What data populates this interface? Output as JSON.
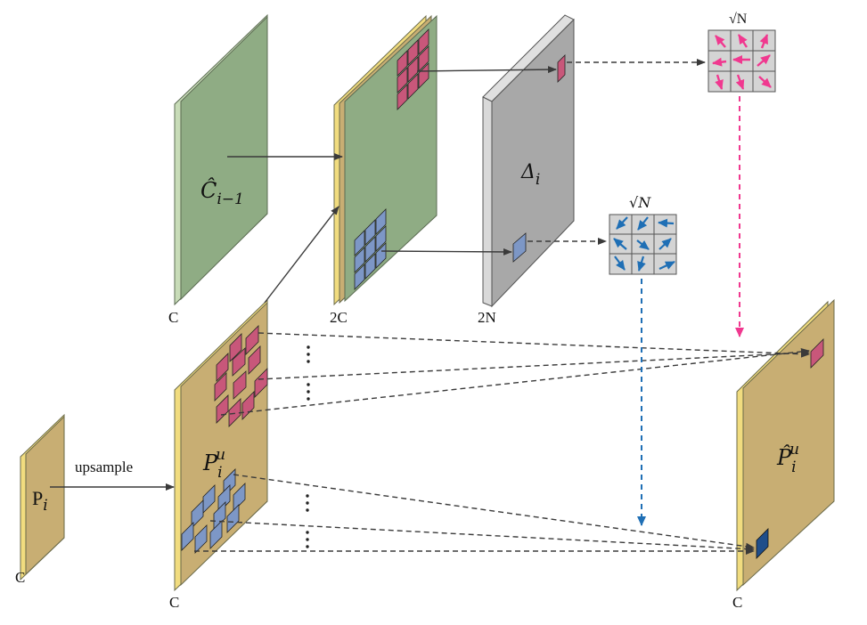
{
  "labels": {
    "c_hat_base": "Ĉ",
    "c_hat_sub": "i−1",
    "delta_base": "Δ",
    "delta_sub": "i",
    "p_base": "P",
    "p_sub": "i",
    "pu_base": "P",
    "pu_sup": "u",
    "pu_sub": "i",
    "phat_base": "P̂",
    "phat_sup": "u",
    "phat_sub": "i",
    "upsample": "upsample",
    "dim_c": "C",
    "dim_2c": "2C",
    "dim_2n": "2N",
    "sqrt_n": "√N"
  },
  "colors": {
    "green": "#8fac84",
    "green_edge": "#c8dcb8",
    "gold": "#c8ae73",
    "gold_dark": "#b8953c",
    "gold_edge": "#f1dc7f",
    "gray": "#a8a8a8",
    "gray_edge": "#d9d9d9",
    "pink_patch": "#c8577a",
    "blue_patch": "#7d97c6",
    "dark_blue_patch": "#1f4e8a",
    "pink_arrow": "#f0388f",
    "blue_arrow": "#1f6fb5"
  },
  "icons": {
    "pink_grid": "pink-offset-arrows-grid",
    "blue_grid": "blue-offset-arrows-grid"
  }
}
